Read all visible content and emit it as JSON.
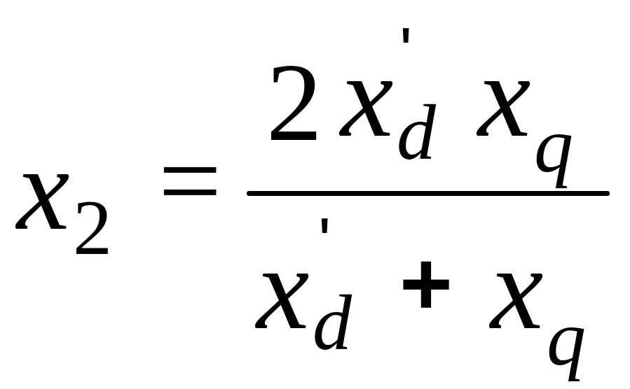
{
  "equation": {
    "lhs": {
      "variable": "x",
      "subscript": "2"
    },
    "equals_sign": "=",
    "numerator": {
      "coefficient": "2",
      "term1": {
        "variable": "x",
        "prime": "'",
        "subscript": "d"
      },
      "term2": {
        "variable": "x",
        "subscript": "q"
      }
    },
    "denominator": {
      "term1": {
        "variable": "x",
        "prime": "'",
        "subscript": "d"
      },
      "plus_sign": "+",
      "term2": {
        "variable": "x",
        "subscript": "q"
      }
    }
  }
}
